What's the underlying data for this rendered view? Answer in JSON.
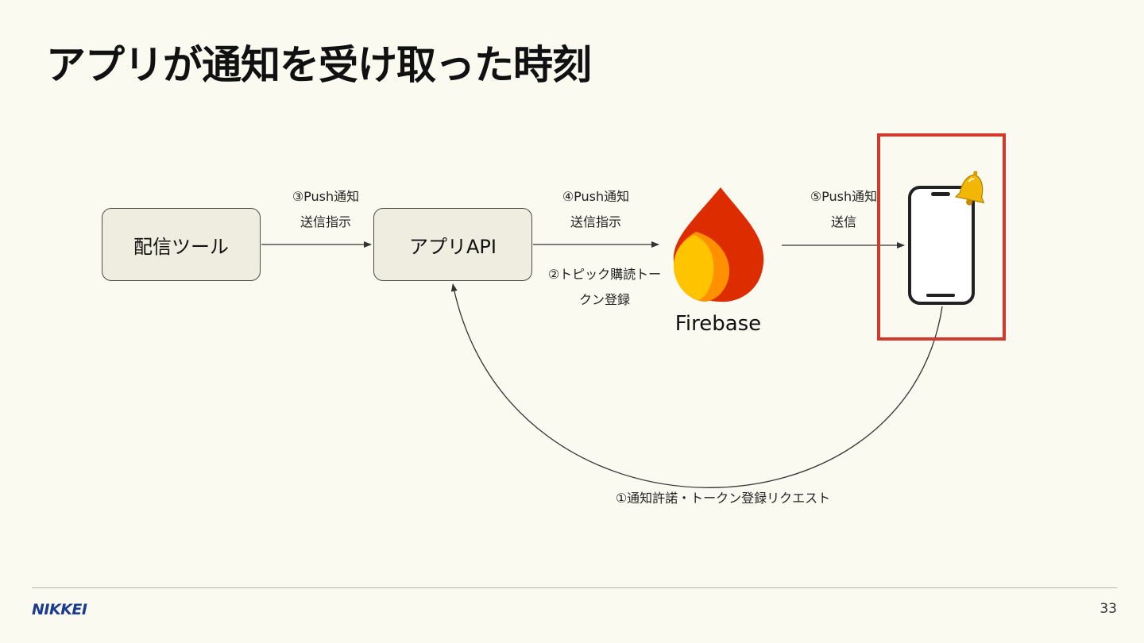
{
  "slide": {
    "title": "アプリが通知を受け取った時刻",
    "page_number": "33",
    "footer_logo": "NIKKEI"
  },
  "nodes": {
    "delivery_tool": "配信ツール",
    "app_api": "アプリAPI",
    "firebase": "Firebase"
  },
  "edges": {
    "step3": [
      "③Push通知",
      "送信指示"
    ],
    "step4": [
      "④Push通知",
      "送信指示"
    ],
    "step2": [
      "②トピック購読トー",
      "クン登録"
    ],
    "step5": [
      "⑤Push通知",
      "送信"
    ],
    "step1": "①通知許諾・トークン登録リクエスト"
  },
  "icons": {
    "firebase": "firebase-flame-icon",
    "device": "smartphone-icon",
    "notification": "bell-icon"
  },
  "colors": {
    "background": "#fafaf1",
    "node_fill": "#efeddf",
    "highlight": "#d0392b",
    "firebase_red": "#dd2c00",
    "firebase_orange": "#ff9100",
    "firebase_yellow": "#ffc400",
    "bell_gold": "#f2b705"
  }
}
